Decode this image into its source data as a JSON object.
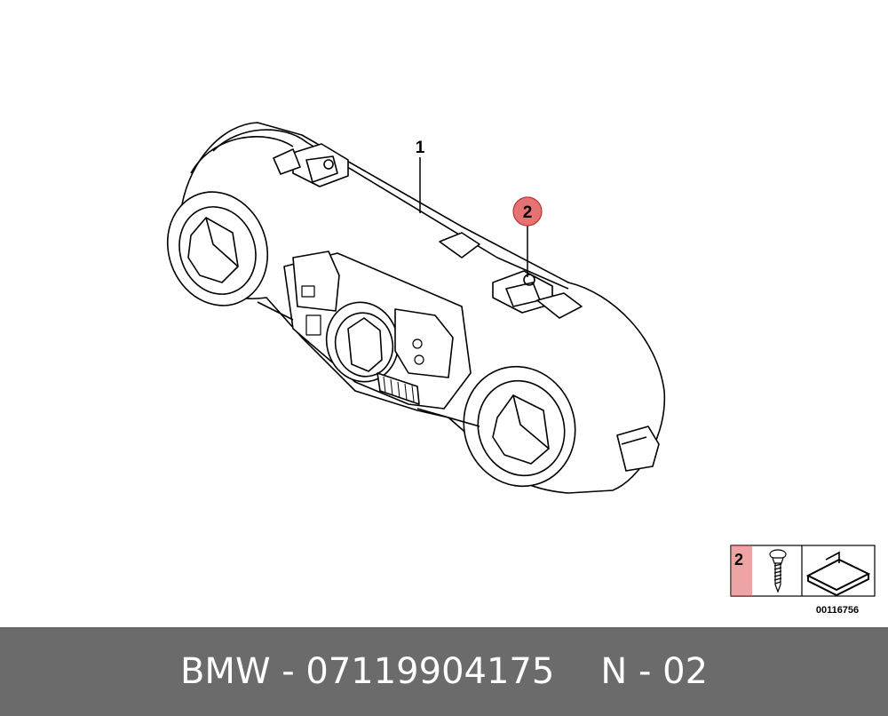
{
  "diagram": {
    "callouts": [
      {
        "number": "1"
      },
      {
        "number": "2"
      }
    ],
    "parts_box": {
      "item_number": "2",
      "illustration_number": "00116756"
    }
  },
  "footer": {
    "brand": "BMW",
    "separator": "-",
    "part_number": "07119904175",
    "page_ref": "N - 02"
  },
  "colors": {
    "callout_highlight": "#e05a5a",
    "footer_bg": "#6b6b6b",
    "line": "#000000"
  }
}
